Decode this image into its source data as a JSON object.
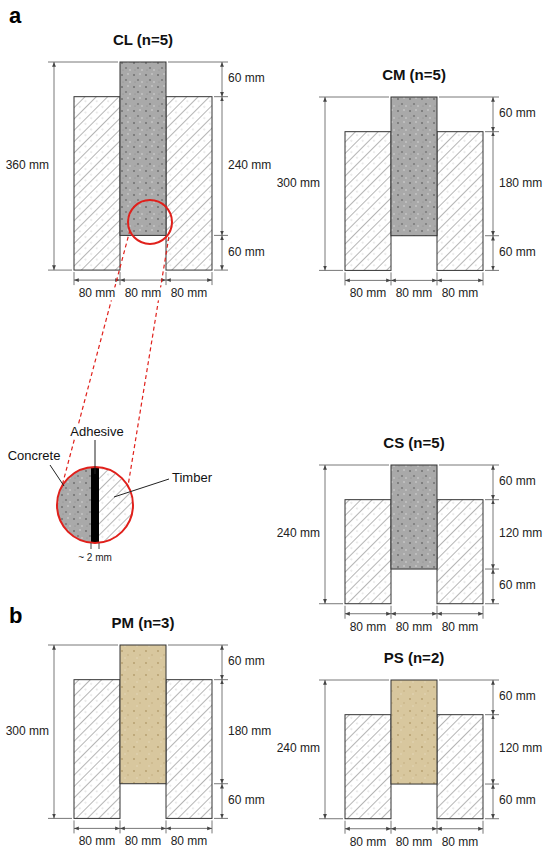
{
  "diagram": {
    "labels": [
      "a",
      "CL (n=5)",
      "360 mm",
      "60 mm",
      "240 mm",
      "60 mm",
      "80 mm",
      "80 mm",
      "80 mm",
      "CM (n=5)",
      "300 mm",
      "60 mm",
      "180 mm",
      "60 mm",
      "80 mm",
      "80 mm",
      "80 mm",
      "Concrete",
      "Adhesive",
      "Timber",
      "~ 2 mm",
      "CS (n=5)",
      "240 mm",
      "60 mm",
      "120 mm",
      "60 mm",
      "80 mm",
      "80 mm",
      "80 mm",
      "b",
      "PM (n=3)",
      "300 mm",
      "60 mm",
      "180 mm",
      "60 mm",
      "80 mm",
      "80 mm",
      "80 mm",
      "PS (n=2)",
      "240 mm",
      "60 mm",
      "120 mm",
      "60 mm",
      "80 mm",
      "80 mm",
      "80 mm"
    ]
  }
}
